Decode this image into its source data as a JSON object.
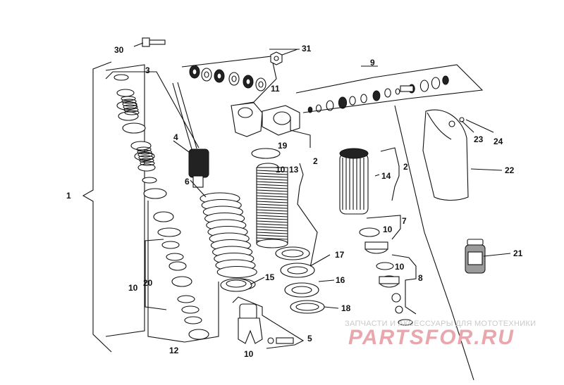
{
  "callouts": [
    "1",
    "2",
    "2",
    "3",
    "4",
    "5",
    "6",
    "7",
    "8",
    "9",
    "10",
    "10",
    "10",
    "10",
    "10",
    "10",
    "11",
    "12",
    "13",
    "14",
    "15",
    "16",
    "17",
    "18",
    "19",
    "20",
    "21",
    "22",
    "23",
    "24",
    "30",
    "31"
  ],
  "watermark": {
    "subtitle": "ЗАПЧАСТИ И АКСЕССУАРЫ ДЛЯ МОТОТЕХНИКИ",
    "logo": "PARTSFOR.RU"
  }
}
